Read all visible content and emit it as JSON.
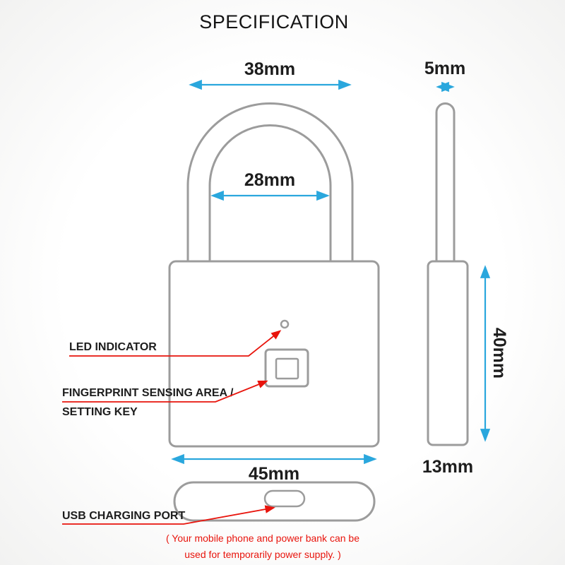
{
  "title": "SPECIFICATION",
  "colors": {
    "dim": "#2aa7dd",
    "red": "#e8140c",
    "outline": "#9c9c9c",
    "ink": "#1d1d1d"
  },
  "dimensions": {
    "shackle_outer_width": "38mm",
    "shackle_inner_width": "28mm",
    "shackle_thickness": "5mm",
    "body_width": "45mm",
    "body_height": "40mm",
    "body_depth": "13mm"
  },
  "labels": {
    "led_indicator": "LED INDICATOR",
    "fingerprint_line1": "FINGERPRINT SENSING AREA /",
    "fingerprint_line2": "SETTING KEY",
    "usb_port": "USB CHARGING PORT"
  },
  "note": {
    "line1": "( Your mobile phone and power bank can be",
    "line2": "used for temporarily power supply. )"
  }
}
